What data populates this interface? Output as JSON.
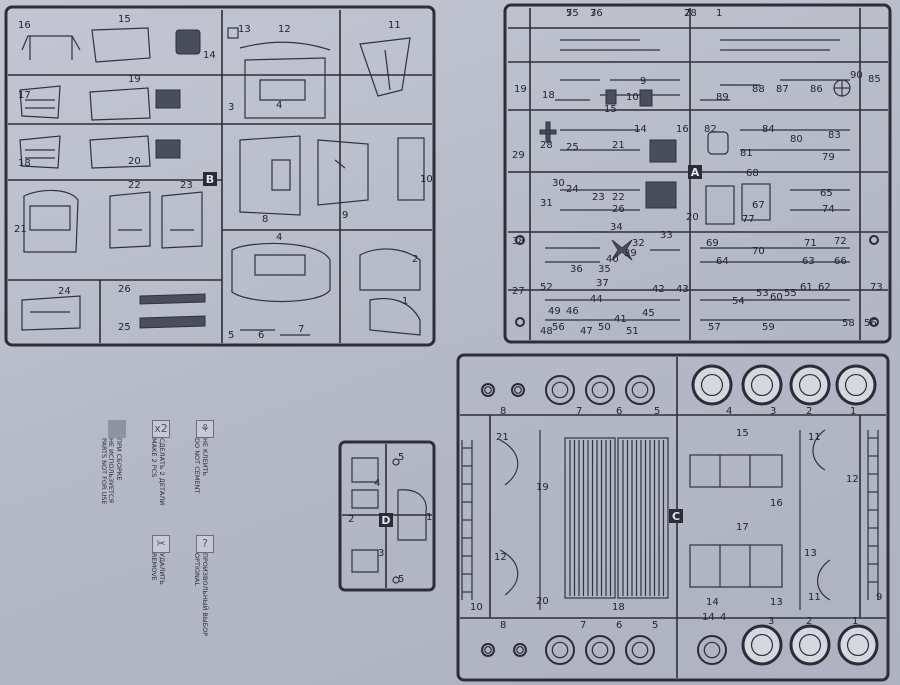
{
  "sprues": [
    {
      "id": "B",
      "letter": "B",
      "labels": [
        "16",
        "15",
        "14",
        "13",
        "12",
        "11",
        "17",
        "19",
        "18",
        "20",
        "21",
        "22",
        "23",
        "24",
        "26",
        "25",
        "3",
        "4",
        "8",
        "9",
        "10",
        "4",
        "2",
        "1",
        "5",
        "6",
        "7"
      ]
    },
    {
      "id": "A",
      "letter": "A",
      "labels": [
        "5",
        "3",
        "2",
        "1",
        "19",
        "18",
        "85",
        "90",
        "89",
        "88",
        "87",
        "86",
        "82",
        "84",
        "83",
        "29",
        "28",
        "31",
        "30",
        "27",
        "38",
        "52",
        "56",
        "66",
        "72",
        "73",
        "58",
        "56",
        "57",
        "59",
        "60",
        "69",
        "70",
        "71",
        "74",
        "77",
        "79",
        "80",
        "81",
        "9",
        "10",
        "14",
        "15",
        "16",
        "20",
        "21",
        "22",
        "23",
        "24",
        "25",
        "26",
        "32",
        "33",
        "34",
        "35",
        "36",
        "37",
        "39",
        "40",
        "41",
        "42",
        "43",
        "44",
        "45",
        "46",
        "47",
        "48",
        "49",
        "50",
        "51",
        "53",
        "54",
        "55",
        "61",
        "62",
        "63",
        "64",
        "65",
        "67",
        "68",
        "75",
        "76",
        "78"
      ]
    },
    {
      "id": "C",
      "letter": "C",
      "labels": [
        "8",
        "7",
        "6",
        "5",
        "4",
        "3",
        "2",
        "1",
        "21",
        "19",
        "12",
        "10",
        "20",
        "18",
        "15",
        "16",
        "17",
        "14",
        "13",
        "11",
        "9",
        "11",
        "12",
        "13",
        "14",
        "8",
        "7",
        "6",
        "5",
        "4",
        "3",
        "2",
        "1"
      ]
    },
    {
      "id": "D",
      "letter": "D",
      "labels": [
        "5",
        "4",
        "1",
        "2",
        "3",
        "5"
      ]
    }
  ],
  "legend": [
    {
      "icon": "no-glue-icon",
      "lines": [
        "НЕ КЛЕИТЬ",
        "DO NOT CEMENT"
      ]
    },
    {
      "icon": "make-two-icon",
      "symbol": "x2",
      "lines": [
        "СДЕЛАТЬ 2 ДЕТАЛИ",
        "MAKE 2 PCS"
      ]
    },
    {
      "icon": "unused-parts-icon",
      "lines": [
        "ПРИ СБОРКЕ",
        "НЕ ИСПОЛЬЗУЕТСЯ",
        "PARTS NOT FOR USE"
      ]
    },
    {
      "icon": "optional-icon",
      "symbol": "?",
      "lines": [
        "ПРОИЗВОЛЬНЫЙ ВЫБОР",
        "OPTIONAL"
      ]
    },
    {
      "icon": "remove-icon",
      "lines": [
        "УДАЛИТЬ",
        "REMOVE"
      ]
    }
  ],
  "colors": {
    "paper": "#b8bcc9",
    "ink": "#2c2f3a"
  }
}
